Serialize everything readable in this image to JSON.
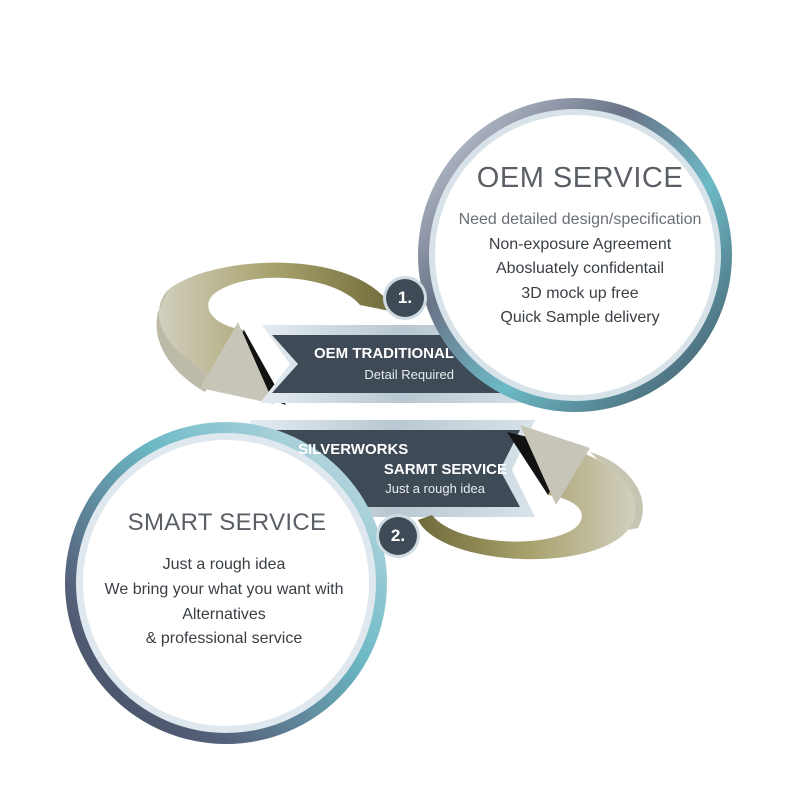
{
  "oem": {
    "title": "OEM SERVICE",
    "lines": [
      "Need detailed design/specification",
      "Non-exposure Agreement",
      "Abosluately confidentail",
      "3D mock up free",
      "Quick Sample delivery"
    ]
  },
  "smart": {
    "title": "SMART SERVICE",
    "lines": [
      "Just a rough idea",
      "We bring your what you want with",
      "Alternatives",
      "& professional service"
    ]
  },
  "band1": {
    "number": "1.",
    "title": "OEM TRADITIONAL",
    "subtitle": "Detail Required"
  },
  "band2": {
    "number": "2.",
    "title_line1": "SILVERWORKS",
    "title_line2": "SARMT SERVICE",
    "subtitle": "Just a rough idea"
  },
  "colors": {
    "ring_outer": "#4f5a6a",
    "ring_teal": "#6cbac6",
    "band_dark": "#3f4a57",
    "arrow_gold": "#8f874f",
    "arrow_silver": "#c6c5b7"
  }
}
